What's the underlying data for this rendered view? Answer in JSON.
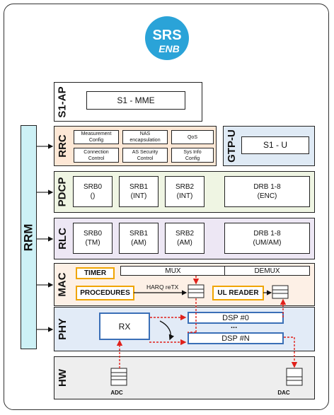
{
  "logo": {
    "line1": "SRS",
    "line2": "ENB",
    "color": "#2aa3d8"
  },
  "rrm": {
    "label": "RRM",
    "color": "#cdf1f6"
  },
  "s1ap": {
    "label": "S1-AP",
    "box": "S1 - MME"
  },
  "gtpu": {
    "label": "GTP-U",
    "box": "S1 - U"
  },
  "rrc": {
    "label": "RRC",
    "cells": [
      {
        "line1": "Measurement",
        "line2": "Config"
      },
      {
        "line1": "NAS",
        "line2": "encapsulation"
      },
      {
        "line1": "QoS",
        "line2": ""
      },
      {
        "line1": "Connection",
        "line2": "Control"
      },
      {
        "line1": "AS Security",
        "line2": "Control"
      },
      {
        "line1": "Sys Info",
        "line2": "Config"
      }
    ]
  },
  "pdcp": {
    "label": "PDCP",
    "boxes": [
      {
        "line1": "SRB0",
        "line2": "()"
      },
      {
        "line1": "SRB1",
        "line2": "(INT)"
      },
      {
        "line1": "SRB2",
        "line2": "(INT)"
      },
      {
        "line1": "DRB 1-8",
        "line2": "(ENC)"
      }
    ]
  },
  "rlc": {
    "label": "RLC",
    "boxes": [
      {
        "line1": "SRB0",
        "line2": "(TM)"
      },
      {
        "line1": "SRB1",
        "line2": "(AM)"
      },
      {
        "line1": "SRB2",
        "line2": "(AM)"
      },
      {
        "line1": "DRB 1-8",
        "line2": "(UM/AM)"
      }
    ]
  },
  "mac": {
    "label": "MAC",
    "timer": "TIMER",
    "mux": "MUX",
    "demux": "DEMUX",
    "procedures": "PROCEDURES",
    "harq": "HARQ reTX",
    "ul_reader": "UL READER"
  },
  "phy": {
    "label": "PHY",
    "rx": "RX",
    "dsp0": "DSP #0",
    "dots": "...",
    "dspn": "DSP #N"
  },
  "hw": {
    "label": "HW",
    "adc": "ADC",
    "dac": "DAC"
  },
  "colors": {
    "s1ap_bg": "#ffffff",
    "gtpu_bg": "#dfeaf5",
    "rrc_bg": "#fde7d5",
    "pdcp_bg": "#eff5e3",
    "rlc_bg": "#ede7f4",
    "mac_bg": "#fdf0e6",
    "phy_bg": "#e2ebf7",
    "hw_bg": "#eeeeee",
    "arrow_red": "#e0211b",
    "yellow_box": "#f0a500",
    "blue_box": "#3a6fb7"
  }
}
